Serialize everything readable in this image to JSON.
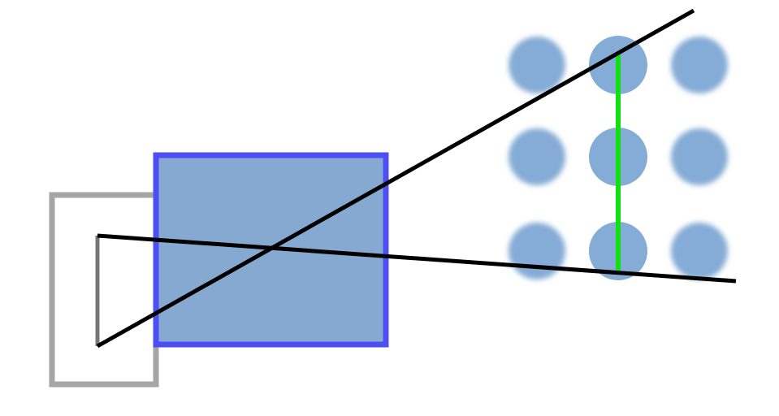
{
  "colors": {
    "background": "#ffffff",
    "frame_gray": "#a6a6a6",
    "aperture_gray": "#777777",
    "sensor_fill": "#85a9d1",
    "sensor_border": "#4e4ef5",
    "dot_fill": "#85acd6",
    "ray_black": "#000000",
    "focus_line_green": "#11e011"
  },
  "diagram": {
    "dot_grid": {
      "rows": 3,
      "columns": 3,
      "sharp_column": 2
    }
  }
}
